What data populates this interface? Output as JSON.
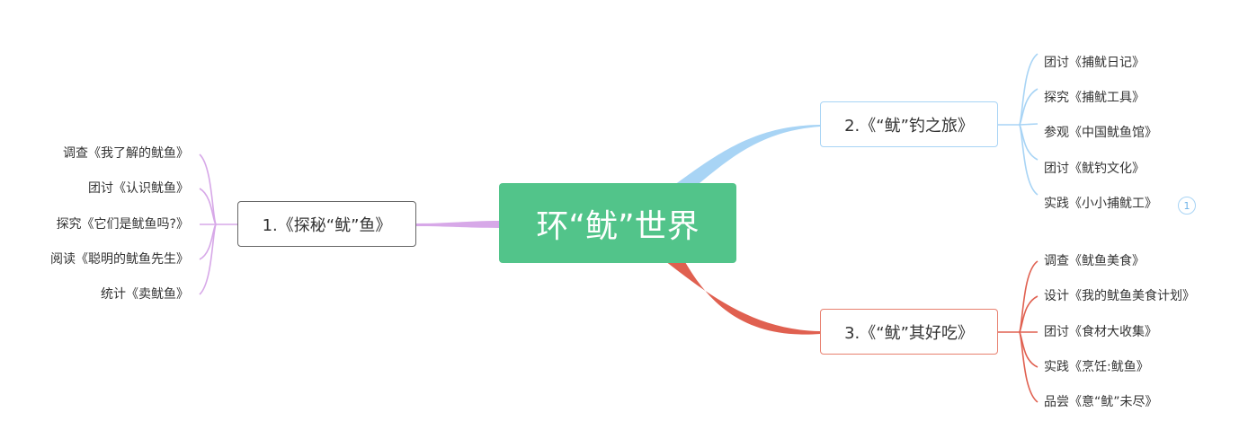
{
  "colors": {
    "root_fill": "#52c48a",
    "branch1_line": "#d7a8e8",
    "branch2_line": "#a8d4f5",
    "branch3_line": "#e06050"
  },
  "root": {
    "label": "环“鱿”世界"
  },
  "branches": [
    {
      "label": "1.《探秘“鱿”鱼》",
      "children": [
        "调查《我了解的鱿鱼》",
        "团讨《认识鱿鱼》",
        "探究《它们是鱿鱼吗?》",
        "阅读《聪明的鱿鱼先生》",
        "统计《卖鱿鱼》"
      ]
    },
    {
      "label": "2.《“鱿”钓之旅》",
      "children": [
        "团讨《捕鱿日记》",
        "探究《捕鱿工具》",
        "参观《中国鱿鱼馆》",
        "团讨《鱿钓文化》",
        "实践《小小捕鱿工》"
      ],
      "badge": "1"
    },
    {
      "label": "3.《“鱿”其好吃》",
      "children": [
        "调查《鱿鱼美食》",
        "设计《我的鱿鱼美食计划》",
        "团讨《食材大收集》",
        "实践《烹饪:鱿鱼》",
        "品尝《意“鱿”未尽》"
      ]
    }
  ]
}
